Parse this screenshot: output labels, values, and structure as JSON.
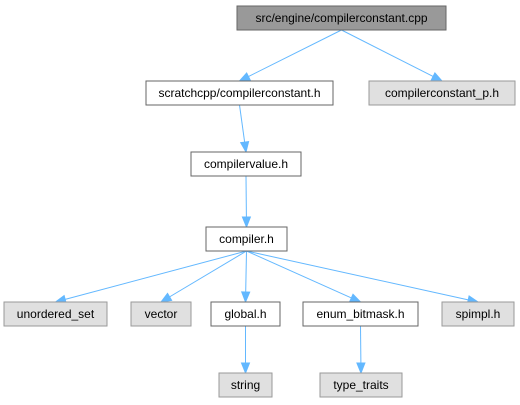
{
  "diagram": {
    "nodes": [
      {
        "id": "root",
        "label": "src/engine/compilerconstant.cpp",
        "kind": "root"
      },
      {
        "id": "compilerconstant_h",
        "label": "scratchcpp/compilerconstant.h",
        "kind": "normal"
      },
      {
        "id": "compilerconstant_p_h",
        "label": "compilerconstant_p.h",
        "kind": "external"
      },
      {
        "id": "compilervalue_h",
        "label": "compilervalue.h",
        "kind": "normal"
      },
      {
        "id": "compiler_h",
        "label": "compiler.h",
        "kind": "normal"
      },
      {
        "id": "unordered_set",
        "label": "unordered_set",
        "kind": "external"
      },
      {
        "id": "vector",
        "label": "vector",
        "kind": "external"
      },
      {
        "id": "global_h",
        "label": "global.h",
        "kind": "normal"
      },
      {
        "id": "enum_bitmask_h",
        "label": "enum_bitmask.h",
        "kind": "normal"
      },
      {
        "id": "spimpl_h",
        "label": "spimpl.h",
        "kind": "external"
      },
      {
        "id": "string",
        "label": "string",
        "kind": "external"
      },
      {
        "id": "type_traits",
        "label": "type_traits",
        "kind": "external"
      }
    ],
    "edges": [
      {
        "from": "root",
        "to": "compilerconstant_h"
      },
      {
        "from": "root",
        "to": "compilerconstant_p_h"
      },
      {
        "from": "compilerconstant_h",
        "to": "compilervalue_h"
      },
      {
        "from": "compilervalue_h",
        "to": "compiler_h"
      },
      {
        "from": "compiler_h",
        "to": "unordered_set"
      },
      {
        "from": "compiler_h",
        "to": "vector"
      },
      {
        "from": "compiler_h",
        "to": "global_h"
      },
      {
        "from": "compiler_h",
        "to": "enum_bitmask_h"
      },
      {
        "from": "compiler_h",
        "to": "spimpl_h"
      },
      {
        "from": "global_h",
        "to": "string"
      },
      {
        "from": "enum_bitmask_h",
        "to": "type_traits"
      }
    ]
  }
}
